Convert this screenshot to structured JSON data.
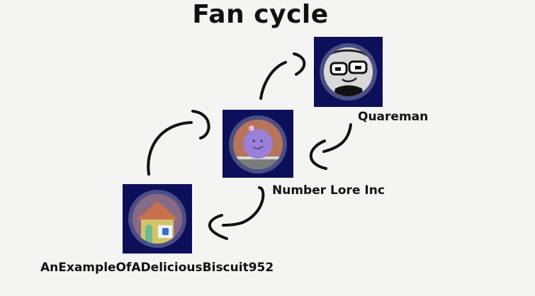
{
  "title": "Fan cycle",
  "nodes": [
    {
      "id": "quareman",
      "label": "Quareman",
      "avatar": "cartoon-face-with-glasses"
    },
    {
      "id": "number-lore-inc",
      "label": "Number Lore Inc",
      "avatar": "purple-ball-character"
    },
    {
      "id": "biscuit",
      "label": "AnExampleOfADeliciousBiscuit952",
      "avatar": "house-icon"
    }
  ],
  "edges": [
    {
      "from": "biscuit",
      "to": "number-lore-inc"
    },
    {
      "from": "number-lore-inc",
      "to": "quareman"
    },
    {
      "from": "quareman",
      "to": "number-lore-inc"
    },
    {
      "from": "number-lore-inc",
      "to": "biscuit"
    }
  ],
  "colors": {
    "avatar_bg": "#0c0f5a",
    "ring": "#4c4f86",
    "arrow": "#111111"
  }
}
